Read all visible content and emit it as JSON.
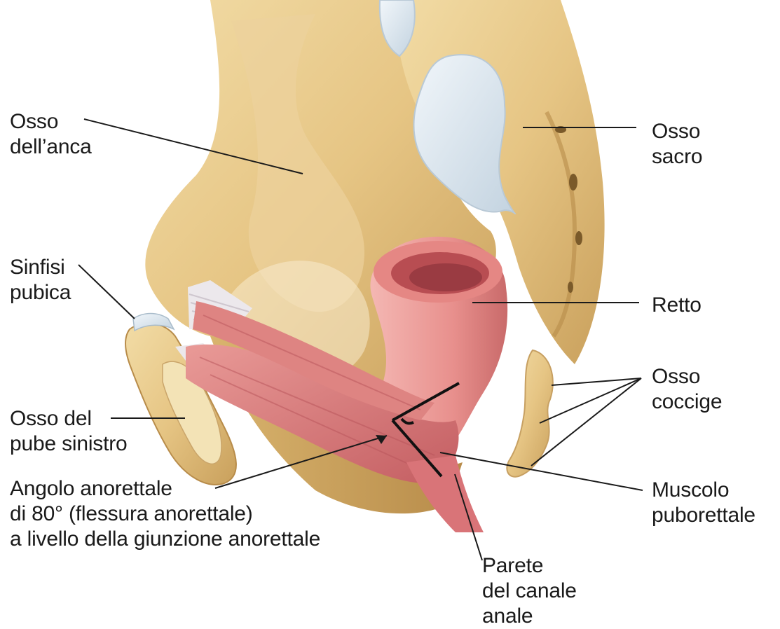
{
  "labels": {
    "osso_anca": [
      "Osso",
      "dell’anca"
    ],
    "osso_sacro": [
      "Osso",
      "sacro"
    ],
    "sinfisi": [
      "Sinfisi",
      "pubica"
    ],
    "retto": [
      "Retto"
    ],
    "osso_coccige": [
      "Osso",
      "coccige"
    ],
    "osso_pube": [
      "Osso del",
      "pube sinistro"
    ],
    "angolo": [
      "Angolo anorettale",
      "di 80° (flessura anorettale)",
      "a livello della giunzione anorettale"
    ],
    "muscolo": [
      "Muscolo",
      "puborettale"
    ],
    "parete": [
      "Parete",
      "del canale",
      "anale"
    ]
  },
  "colors": {
    "bone": "#e8c98a",
    "bone_shadow": "#c9a462",
    "cartilage": "#d9e6ef",
    "muscle": "#d9777a",
    "rectum": "#ec9a98",
    "tendon": "#e9e4e8",
    "leader": "#1a1a1a"
  }
}
